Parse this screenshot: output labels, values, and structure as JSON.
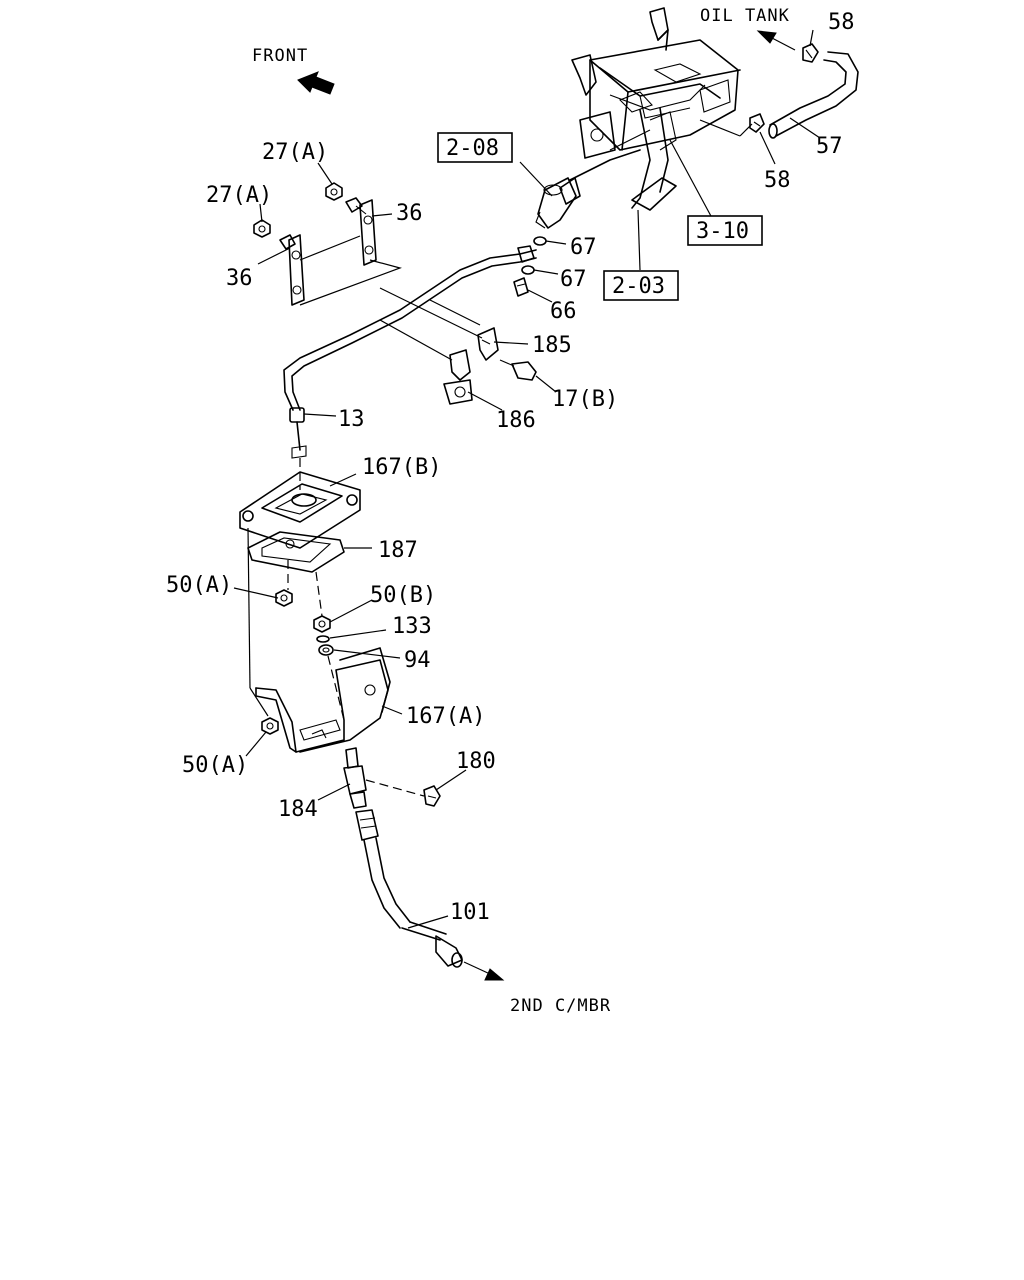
{
  "directions": {
    "front": "FRONT",
    "oil_tank": "OIL TANK",
    "second_chamber": "2ND C/MBR"
  },
  "references": {
    "r_208": "2-08",
    "r_310": "3-10",
    "r_203": "2-03"
  },
  "callouts": {
    "c58a": "58",
    "c57": "57",
    "c58b": "58",
    "c27a1": "27(A)",
    "c27a2": "27(A)",
    "c36a": "36",
    "c36b": "36",
    "c67a": "67",
    "c67b": "67",
    "c66": "66",
    "c185": "185",
    "c17b": "17(B)",
    "c186": "186",
    "c13": "13",
    "c167b": "167(B)",
    "c187": "187",
    "c50a1": "50(A)",
    "c50b": "50(B)",
    "c133": "133",
    "c94": "94",
    "c167a": "167(A)",
    "c50a2": "50(A)",
    "c180": "180",
    "c184": "184",
    "c101": "101"
  }
}
